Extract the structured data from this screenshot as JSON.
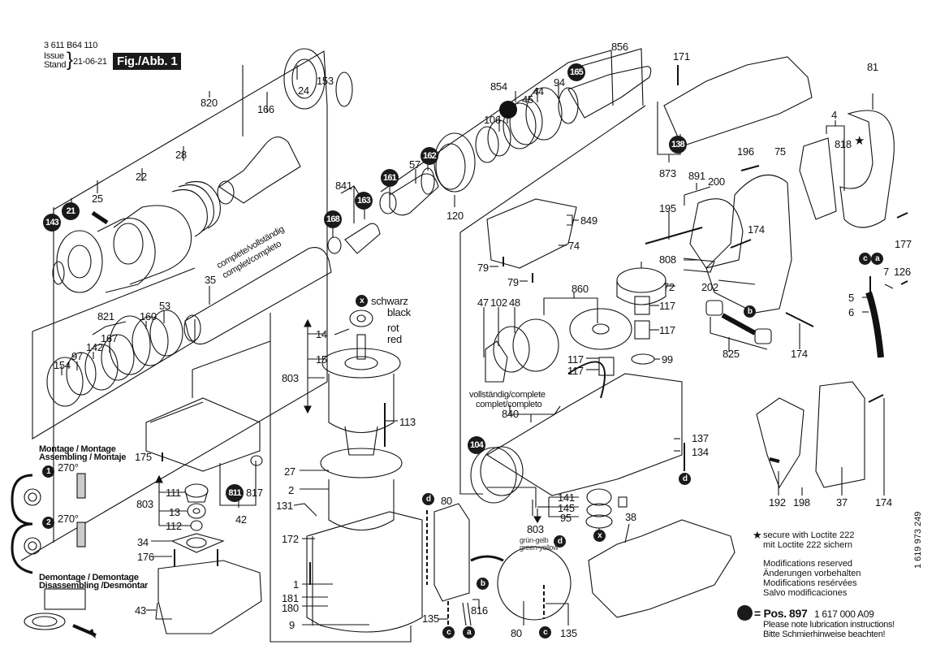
{
  "header": {
    "part_number": "3 611 B64 110",
    "issue_label": "Issue",
    "stand_label": "Stand",
    "date": "21-06-21",
    "figure": "Fig./Abb. 1"
  },
  "side_code": "1 619 973 249",
  "labels": {
    "l820": "820",
    "l24": "24",
    "l153": "153",
    "l166": "166",
    "l28": "28",
    "l22": "22",
    "l25": "25",
    "l21": "21",
    "l143": "143",
    "l856": "856",
    "l854": "854",
    "l94": "94",
    "l165": "165",
    "l45": "45",
    "l44": "44",
    "l106": "106",
    "l162": "162",
    "l161": "161",
    "l57": "57",
    "l120": "120",
    "l841": "841",
    "l163": "163",
    "l168": "168",
    "l35": "35",
    "l821": "821",
    "l160": "160",
    "l53": "53",
    "l167": "167",
    "l142": "142",
    "l97": "97",
    "l154": "154",
    "l849": "849",
    "l74": "74",
    "l79a": "79",
    "l79b": "79",
    "l860": "860",
    "l72": "72",
    "l47": "47",
    "l102": "102",
    "l48": "48",
    "l117a": "117",
    "l117b": "117",
    "l117c": "117",
    "l117d": "117",
    "l99": "99",
    "l840": "840",
    "l104": "104",
    "l137": "137",
    "l134": "134",
    "l141": "141",
    "l145": "145",
    "l95": "95",
    "l803c": "803",
    "l38": "38",
    "l14": "14",
    "l15": "15",
    "l803a": "803",
    "l113": "113",
    "l27": "27",
    "l2": "2",
    "l131": "131",
    "l172": "172",
    "l1": "1",
    "l181": "181",
    "l180": "180",
    "l9": "9",
    "l175": "175",
    "l811": "811",
    "l817": "817",
    "l42": "42",
    "l111": "111",
    "l803b": "803",
    "l13": "13",
    "l112": "112",
    "l34": "34",
    "l176": "176",
    "l43": "43",
    "l80a": "80",
    "l80b": "80",
    "l816": "816",
    "l135a": "135",
    "l135b": "135",
    "l171": "171",
    "l138": "138",
    "l873": "873",
    "l81": "81",
    "l4": "4",
    "l818": "818",
    "l196": "196",
    "l75": "75",
    "l891": "891",
    "l200": "200",
    "l195": "195",
    "l174a": "174",
    "l808": "808",
    "l202": "202",
    "l825": "825",
    "l174b": "174",
    "l177": "177",
    "l7": "7",
    "l126": "126",
    "l5": "5",
    "l6": "6",
    "l192": "192",
    "l198": "198",
    "l37": "37",
    "l174c": "174"
  },
  "wire_markers": {
    "a": "a",
    "b": "b",
    "c": "c",
    "d": "d",
    "x": "x"
  },
  "wire_colors": {
    "schwarz": "schwarz",
    "black": "black",
    "rot": "rot",
    "red": "red",
    "gruen_gelb": "grün-gelb",
    "green_yellow": "green-yellow"
  },
  "captions": {
    "complete_top": "complete/vollständig",
    "complete_bottom": "complet/completo",
    "vollst_top": "vollständig/complete",
    "vollst_bottom": "complet/completo",
    "angle": "270°"
  },
  "instructions": {
    "montage1": "Montage / Montage",
    "montage2": "Assembling / Montaje",
    "step1": "1",
    "step2": "2",
    "demontage1": "Demontage / Demontage",
    "demontage2": "Disassembling /Desmontar"
  },
  "notes": {
    "loctite_en": "secure with Loctite 222",
    "loctite_de": "mit Loctite 222 sichern",
    "mod_en": "Modifications reserved",
    "mod_de": "Änderungen vorbehalten",
    "mod_fr": "Modifications resérvées",
    "mod_es": "Salvo modificaciones",
    "pos_prefix": "= Pos.",
    "pos_number": "897",
    "pos_part": "1 617 000 A09",
    "lube_en": "Please note lubrication instructions!",
    "lube_de": "Bitte Schmierhinweise beachten!"
  }
}
